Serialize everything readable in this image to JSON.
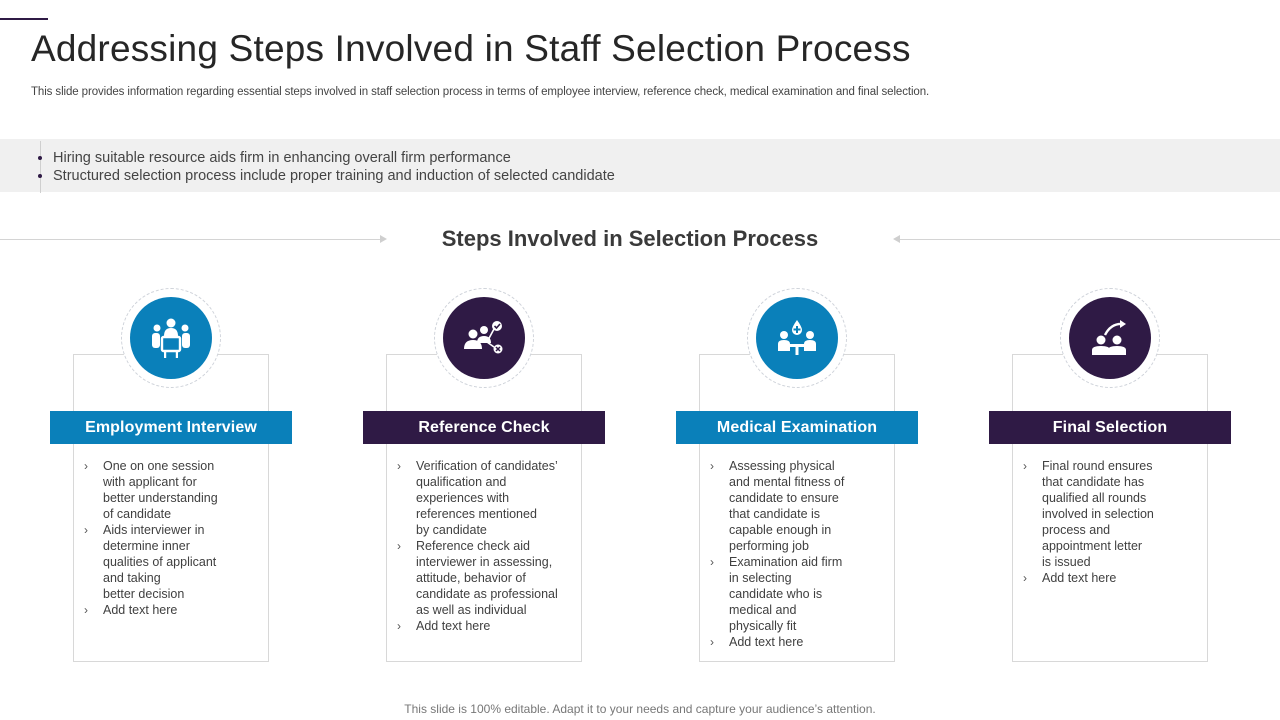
{
  "slide": {
    "title": "Addressing Steps Involved in Staff Selection Process",
    "subtitle": "This slide provides information regarding essential steps involved in staff selection process in terms of employee interview, reference check, medical examination and final selection.",
    "bullets": [
      "Hiring suitable resource aids firm in enhancing overall firm performance",
      "Structured selection process include proper training and induction of selected candidate"
    ],
    "section_title": "Steps Involved in Selection Process",
    "footer": "This slide is 100% editable. Adapt it to your needs and capture your audience’s attention."
  },
  "colors": {
    "blue": "#0a80ba",
    "purple": "#2f1a45"
  },
  "cards": [
    {
      "title": "Employment Interview",
      "icon": "interview-icon",
      "items": [
        "One on one session\nwith applicant for\nbetter understanding\nof candidate",
        "Aids interviewer  in\ndetermine inner\nqualities of applicant\nand taking\nbetter decision",
        "Add text here"
      ]
    },
    {
      "title": "Reference Check",
      "icon": "reference-check-icon",
      "items": [
        "Verification of candidates’\nqualification and\nexperiences with\nreferences  mentioned\nby candidate",
        "Reference  check aid\ninterviewer  in assessing,\nattitude, behavior  of\ncandidate as professional\nas well as individual",
        "Add text here"
      ]
    },
    {
      "title": "Medical Examination",
      "icon": "medical-examination-icon",
      "items": [
        "Assessing physical\nand mental fitness of\ncandidate to ensure\nthat candidate is\ncapable enough  in\nperforming  job",
        "Examination aid firm\nin selecting\ncandidate who is\nmedical and\nphysically fit",
        "Add text here"
      ]
    },
    {
      "title": "Final Selection",
      "icon": "final-selection-icon",
      "items": [
        "Final round ensures\nthat candidate has\nqualified  all rounds\ninvolved  in selection\nprocess and\nappointment letter\nis issued",
        "Add text here"
      ]
    }
  ]
}
